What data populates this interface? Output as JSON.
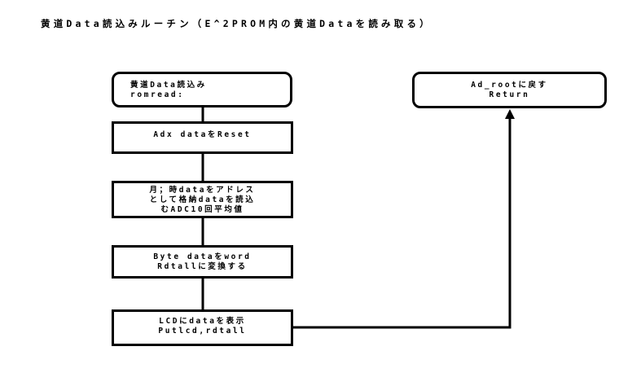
{
  "title": "黄道Data読込みルーチン（E^2PROM内の黄道Dataを読み取る）",
  "boxes": {
    "start": {
      "lines": [
        "黄道Data読込み",
        "romread:"
      ]
    },
    "end": {
      "lines": [
        "Ad_rootに戻す",
        "Return"
      ]
    },
    "reset": {
      "lines": [
        "Adx dataをReset"
      ]
    },
    "store": {
      "lines": [
        "月；時dataをアドレス",
        "として格納dataを読込",
        "むADC10回平均値"
      ]
    },
    "convert": {
      "lines": [
        "Byte dataをword",
        "Rdtallに変換する"
      ]
    },
    "lcd": {
      "lines": [
        "LCDにdataを表示",
        "Putlcd,rdtall"
      ]
    }
  }
}
